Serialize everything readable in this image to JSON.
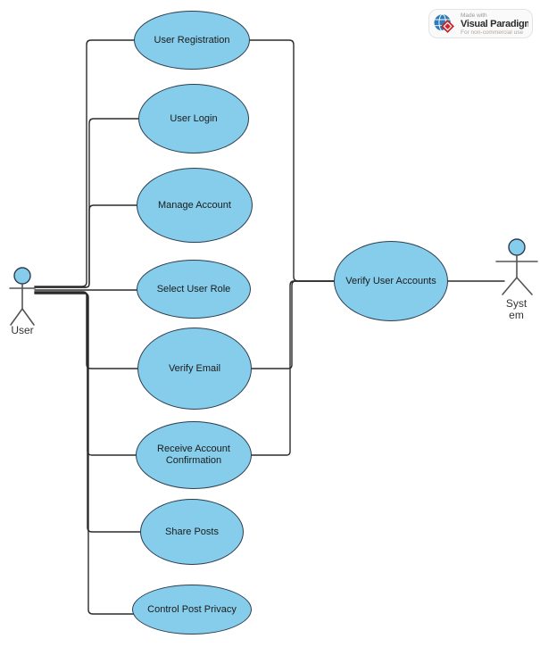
{
  "colors": {
    "node-fill": "#85CDEB",
    "node-stroke": "#2C3E50",
    "connector": "#2B2B2B",
    "actor-line": "#555555",
    "label-text": "#1B1B1B",
    "badge-red": "#D2232A",
    "badge-blue": "#2E7BB5"
  },
  "diagram": {
    "actors": [
      {
        "label": "User"
      },
      {
        "label": "Syst em"
      }
    ],
    "use_cases": [
      {
        "label": "User Registration"
      },
      {
        "label": "User Login"
      },
      {
        "label": "Manage Account"
      },
      {
        "label": "Select User Role"
      },
      {
        "label": "Verify Email"
      },
      {
        "label": "Receive Account Confirmation"
      },
      {
        "label": "Share Posts"
      },
      {
        "label": "Control Post Privacy"
      },
      {
        "label": "Verify User Accounts"
      }
    ]
  },
  "badge": {
    "made_with": "Made with",
    "brand": "Visual Paradigm",
    "license": "For non-commercial use"
  }
}
